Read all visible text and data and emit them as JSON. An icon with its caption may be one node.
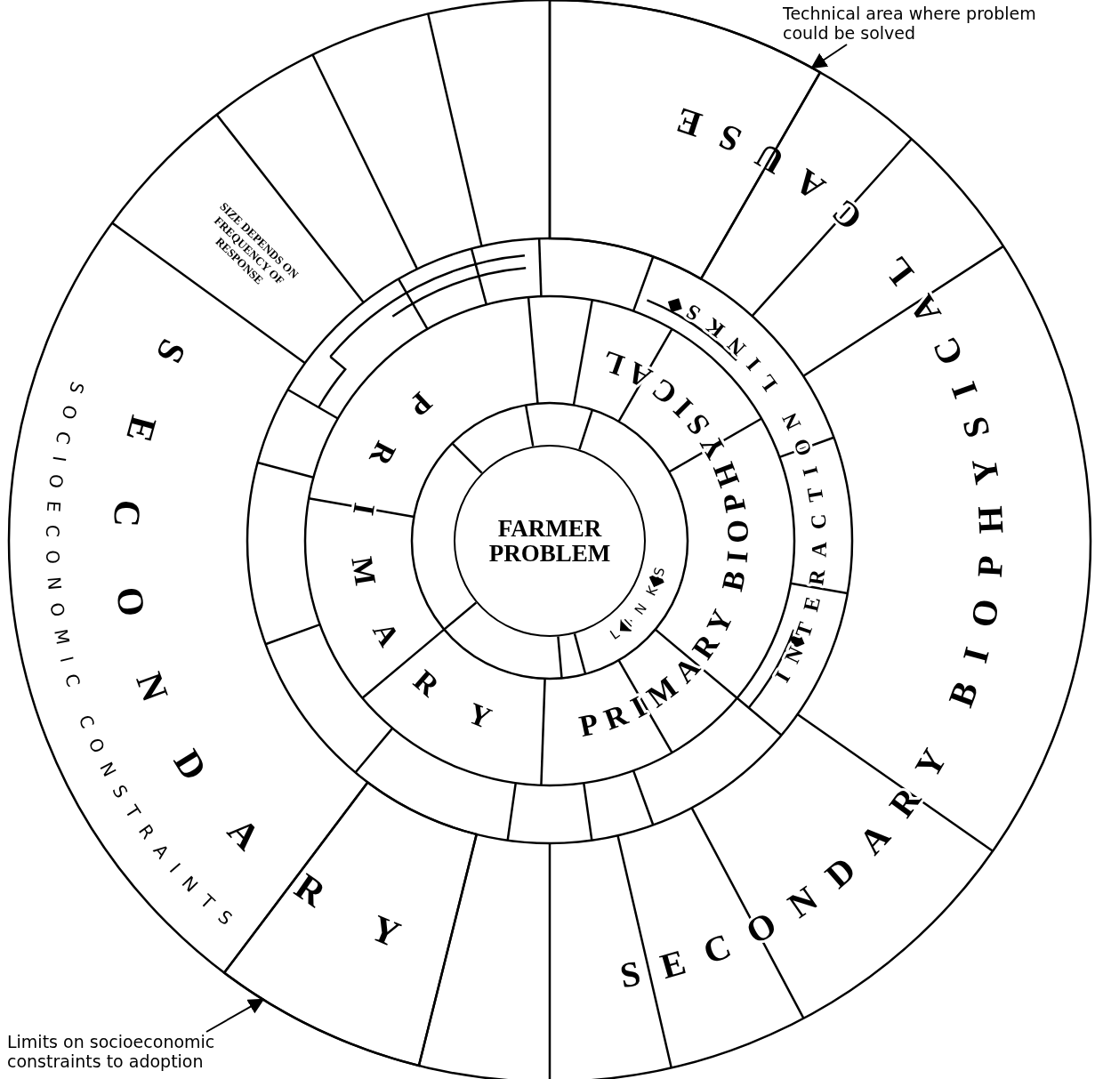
{
  "diagram": {
    "nodes": [
      {
        "text": [
          "FARMER PROBLEM"
        ]
      },
      {
        "text": [
          "Technical area where problem could be solved"
        ]
      },
      {
        "text": [
          "Limits on socioeconomic constraints to adoption"
        ]
      },
      {
        "text": [],
        "shape": "box"
      },
      {
        "text": [],
        "shape": "box"
      }
    ],
    "edges": [
      {
        "from": 1,
        "to": 3,
        "arrow": "to"
      },
      {
        "from": 2,
        "to": 4,
        "arrow": "to"
      }
    ],
    "labels": [
      "SIZE DEPENDS ON FREQUENCY OF RESPONSE",
      "SECONDARY BIOPHYSICAL CAUSE",
      "INTERACTION LINKS",
      "PRIMARY BIOPHYSICAL",
      "PRIMARY",
      "SECONDARY",
      "SOCIOECONOMIC CONSTRAINTS",
      "LINKS"
    ]
  }
}
